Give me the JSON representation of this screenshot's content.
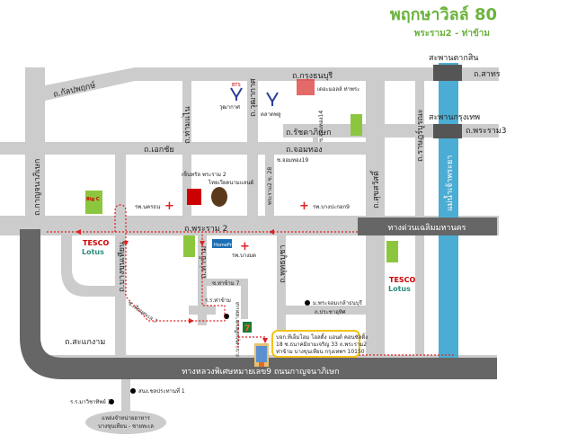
{
  "title": "พฤกษาวิลล์ 80",
  "subtitle": "พระราม2 - ท่าข้าม",
  "colors": {
    "road": "#cccccc",
    "highway": "#666666",
    "river": "#4badd3",
    "route": "#e02020",
    "accent": "#6cb33f",
    "box": "#f2c11b"
  },
  "bridges": [
    "สะพานตากสิน",
    "สะพานกรุงเทพ"
  ],
  "roads": {
    "kalapaphruek": "ถ.กัลปพฤกษ์",
    "krungthonburi": "ถ.กรุงธนบุรี",
    "sathon": "ถ.สาทร",
    "rama3": "ถ.พระราม3",
    "ratchadaphisek": "ถ.รัชดาภิเษก",
    "kanchanaphisek": "ถ.กาญจนาภิเษก",
    "thanaen": "ถ.ท่ามแ่ไน",
    "wutthakat": "ถ.วุฒากาศ",
    "ekkachai": "ถ.เอกชัย",
    "chomthong": "ถ.จอมทอง",
    "chomthong_soi": "ซ.จอมทอง14",
    "chomthong_soi2": "ซ.จอมทอง19",
    "rama2_soi": "พระราม2 ซ. 28",
    "suksawat": "ถ.สุขสวัสดิ์",
    "ratburana": "ถ.ราษฎร์บูรณะ",
    "rama2": "ถ.พระราม 2",
    "expressway": "ทางด่วนเฉลิมมหานคร",
    "bangkhunthian": "ถ.บางขุนเทียน",
    "thakham": "ถ.ท่าข้าม",
    "phuttha_bucha": "ถ.พุทธบูชา",
    "thakham_soi7": "ซ.ท่าข้าม 7",
    "soi_thian": "ซ.เทียนทะเล 7",
    "samae_dam": "ถ.สะแกงาม",
    "pracha_uthit": "ถ.ประชาอุทิศ",
    "bangkhunthian_chaitalay": "ถ.บางขุนเทียนชายทะเล",
    "highway9": "ทางหลวงพิเศษหมายเลข9 ถนนกาญจนาภิเษก"
  },
  "river": "แม่น้ำเจ้าพระยา",
  "places": {
    "bts1": "วุฒากาศ",
    "bts2": "ตลาดพลู",
    "mall": "เดอะมอลล์ ท่าพระ",
    "central": "เซ็นทรัล พระราม 2",
    "thaiwiset": "ไทยเวียดนามแลนด์",
    "hosp_nakhon": "รพ.นครธน",
    "hosp_bangpakok": "รพ.บางปะกอก9",
    "hosp_bangmod": "รพ.บางมด",
    "homepro": "HomePro",
    "tesco": "TESCO",
    "lotus": "Lotus",
    "bigc": "Big C",
    "seven": "7",
    "bts": "BTS",
    "school_thakham": "ร.ร.ท่าข้าม",
    "univ": "ม.พระจอมเกล้าธนบุรี",
    "office": "สนง.ชลประทานที่ 1",
    "school2": "ร.ร.มาวิชาทิพย์ 3",
    "market1": "แหล่งจำหน่ายอาหาร",
    "market2": "บางขุนเทียน - ชายทะเล"
  },
  "address": [
    "บจก.ทีเอ็มโฮม โฮลดิ้ง แอนด์ คอนซัลติ้ง",
    "18 ซ.ธนาคมิยามเจริญ 33 ถ.พระราม2",
    "ท่าข้าม บางขุนเทียน กรุงเทพฯ 10150"
  ]
}
